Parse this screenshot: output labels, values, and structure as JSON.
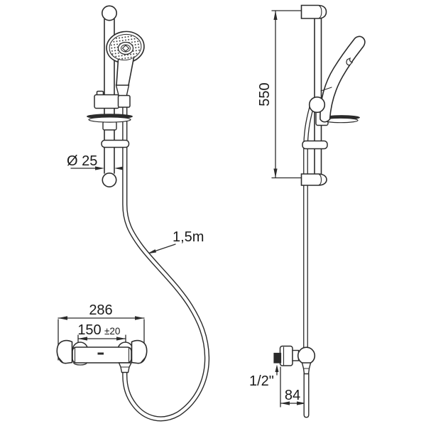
{
  "front_view": {
    "rail_diameter_label": "Ø 25",
    "hose_length_label": "1,5m",
    "mixer_width_label": "286",
    "connection_centers_label": "150",
    "connection_tolerance_label": "±20"
  },
  "side_view": {
    "bar_height_label": "550",
    "thread_size_label": "1/2\"",
    "wall_offset_label": "84"
  },
  "colors": {
    "line": "#2b2b2b",
    "text": "#1a1a1a",
    "background": "#ffffff"
  }
}
